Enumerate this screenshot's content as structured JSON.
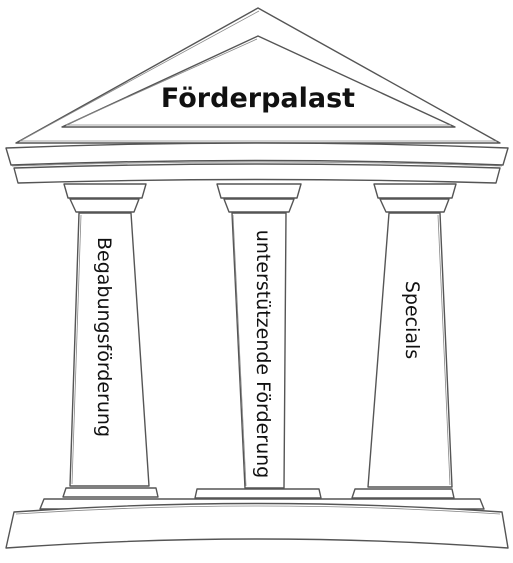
{
  "title": "Förderpalast",
  "pillars": [
    {
      "label": "Begabungsförderung"
    },
    {
      "label": "unterstützende Förderung"
    },
    {
      "label": "Specials"
    }
  ],
  "colors": {
    "line": "#555555",
    "text": "#111111",
    "background": "#ffffff"
  }
}
